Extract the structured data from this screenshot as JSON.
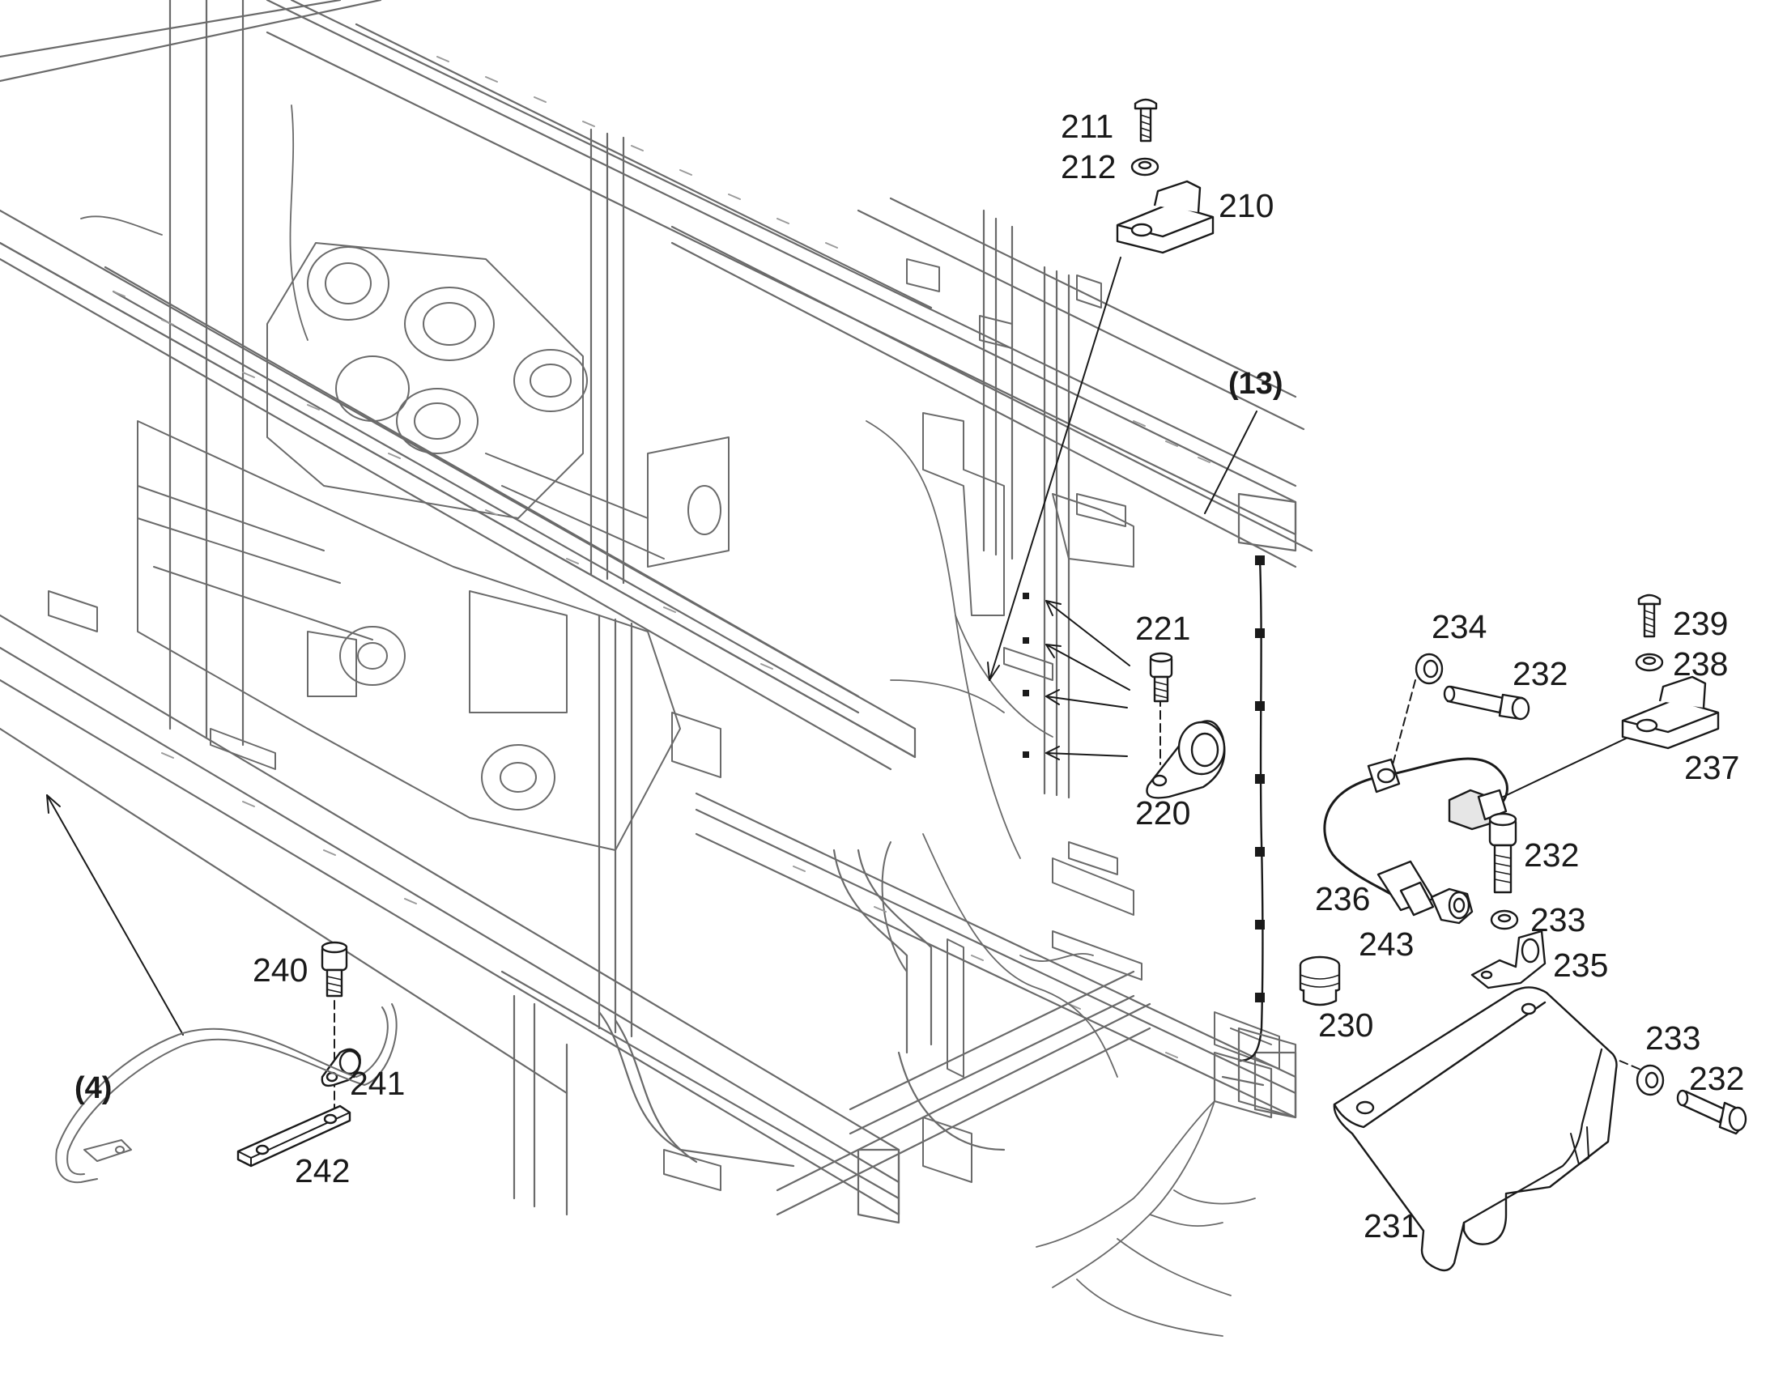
{
  "diagram": {
    "callouts": [
      {
        "id": "c211",
        "text": "211"
      },
      {
        "id": "c212",
        "text": "212"
      },
      {
        "id": "c210",
        "text": "210"
      },
      {
        "id": "c13",
        "text": "(13)"
      },
      {
        "id": "c221",
        "text": "221"
      },
      {
        "id": "c220",
        "text": "220"
      },
      {
        "id": "c234",
        "text": "234"
      },
      {
        "id": "c232a",
        "text": "232"
      },
      {
        "id": "c239",
        "text": "239"
      },
      {
        "id": "c238",
        "text": "238"
      },
      {
        "id": "c237",
        "text": "237"
      },
      {
        "id": "c232b",
        "text": "232"
      },
      {
        "id": "c236",
        "text": "236"
      },
      {
        "id": "c233a",
        "text": "233"
      },
      {
        "id": "c243",
        "text": "243"
      },
      {
        "id": "c235",
        "text": "235"
      },
      {
        "id": "c230",
        "text": "230"
      },
      {
        "id": "c233b",
        "text": "233"
      },
      {
        "id": "c232c",
        "text": "232"
      },
      {
        "id": "c231",
        "text": "231"
      },
      {
        "id": "c240",
        "text": "240"
      },
      {
        "id": "c241",
        "text": "241"
      },
      {
        "id": "c242",
        "text": "242"
      },
      {
        "id": "c4",
        "text": "(4)"
      }
    ]
  }
}
